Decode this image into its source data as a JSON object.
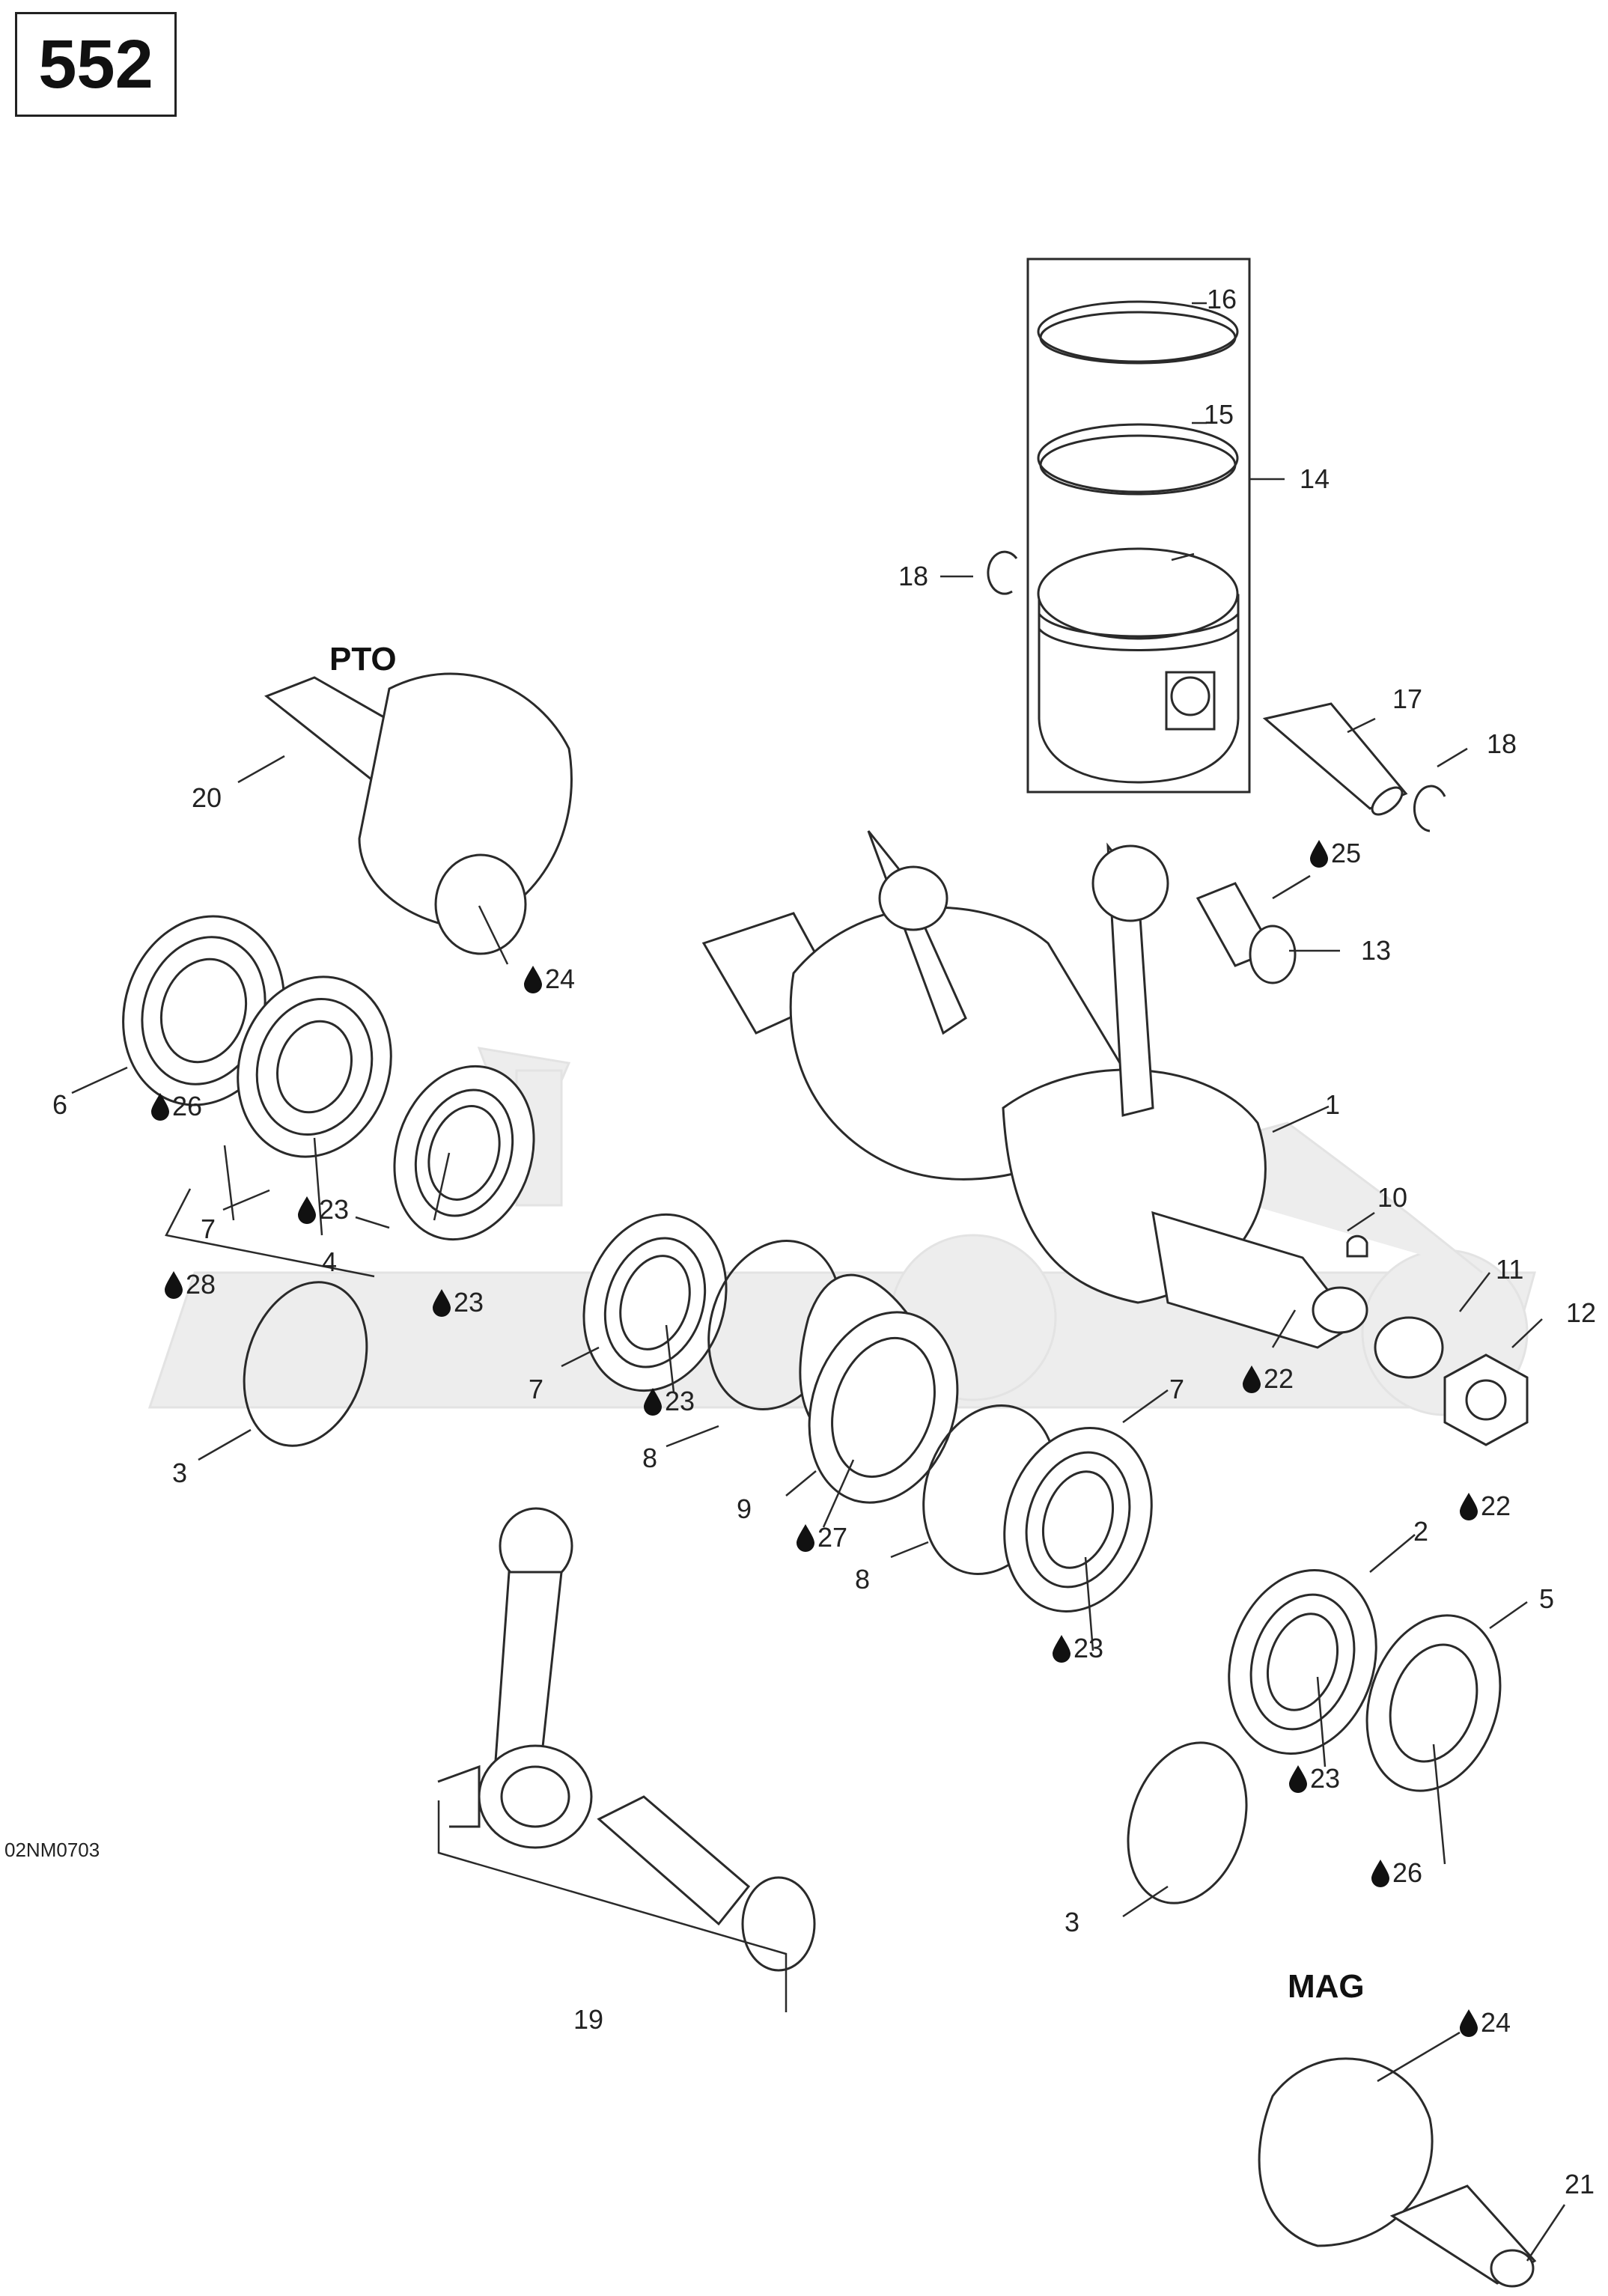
{
  "diagram_number": "552",
  "drawing_code": "02NM0703",
  "sections": {
    "pto": "PTO",
    "mag": "MAG"
  },
  "callouts": {
    "c1": "1",
    "c2": "2",
    "c3a": "3",
    "c3b": "3",
    "c4": "4",
    "c5": "5",
    "c6": "6",
    "c7a": "7",
    "c7b": "7",
    "c7c": "7",
    "c8a": "8",
    "c8b": "8",
    "c9": "9",
    "c10": "10",
    "c11": "11",
    "c12": "12",
    "c13": "13",
    "c14": "14",
    "c15": "15",
    "c16": "16",
    "c17": "17",
    "c18a": "18",
    "c18b": "18",
    "c19": "19",
    "c20": "20",
    "c21": "21"
  },
  "lubricant_refs": {
    "l22a": "22",
    "l22b": "22",
    "l23a": "23",
    "l23b": "23",
    "l23c": "23",
    "l23d": "23",
    "l23e": "23",
    "l24a": "24",
    "l24b": "24",
    "l25": "25",
    "l26a": "26",
    "l26b": "26",
    "l27": "27",
    "l28": "28"
  },
  "icons": {
    "lubricant": "oil-drop-icon",
    "watermark": "motorcycle-watermark"
  }
}
